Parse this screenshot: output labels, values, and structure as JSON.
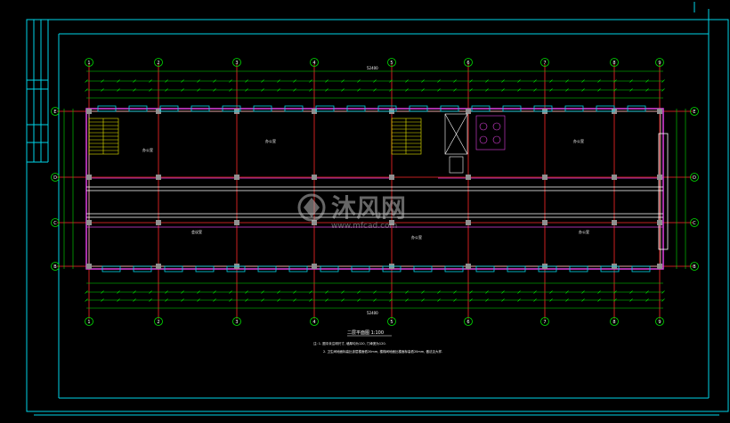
{
  "drawing": {
    "title": "二层平面图 1:100",
    "total_dimension": "52400",
    "notes": [
      "注: 1. 图中未注明尺寸, 墙厚均为120, 门垛宽为120.",
      "2. 卫生间地面标高比该层楼面低20mm, 楼梯间地面比楼面标高低20mm, 做法见大样."
    ],
    "room_labels": [
      "办公室",
      "办公室",
      "会议室",
      "办公室",
      "办公室",
      "办公室"
    ],
    "grid_columns": [
      "1",
      "2",
      "3",
      "4",
      "5",
      "6",
      "7",
      "8",
      "9"
    ],
    "grid_rows": [
      "E",
      "D",
      "C",
      "B"
    ],
    "watermark": {
      "cn": "沐风网",
      "url": "www.mfcad.com"
    },
    "colors": {
      "frame": "#00d4e8",
      "dimension": "#00e000",
      "axis": "#ff2a2a",
      "wall": "#e040e0",
      "text": "#ffffff",
      "stair": "#e8e800"
    }
  }
}
